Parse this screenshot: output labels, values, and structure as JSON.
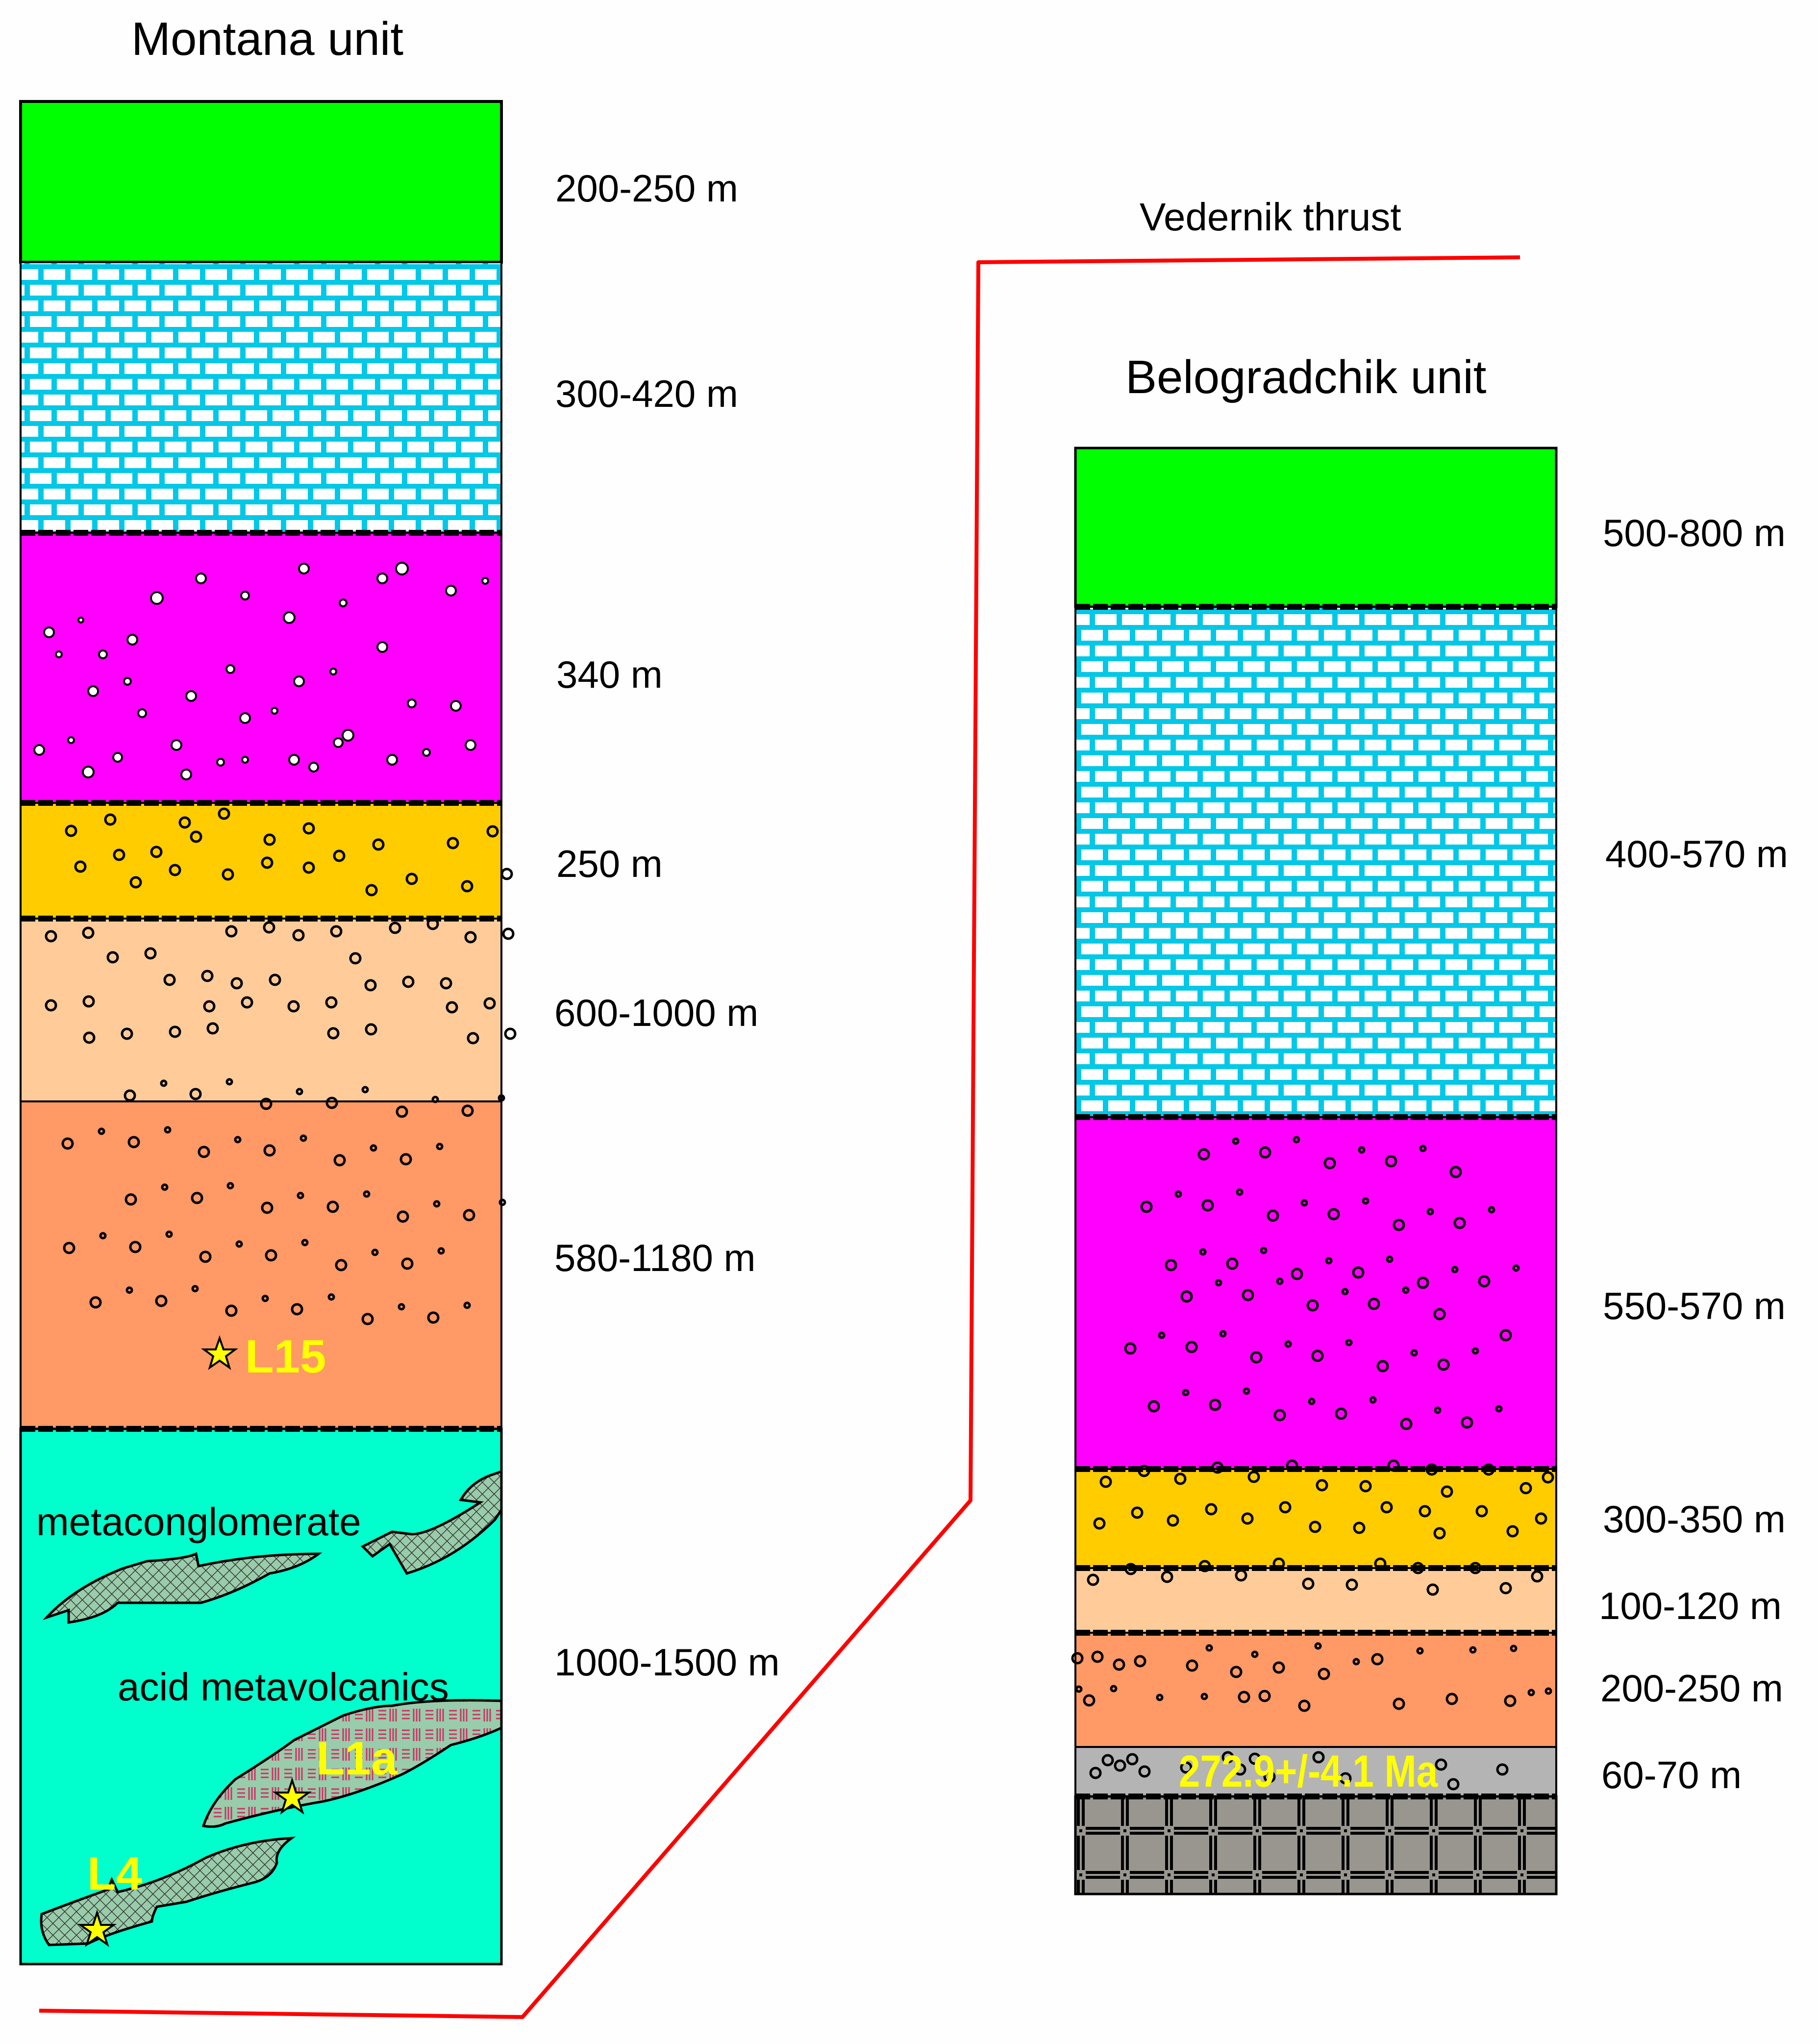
{
  "thrust": {
    "label": "Vedernik thrust",
    "color": "#ff0000"
  },
  "columns": [
    {
      "title": "Montana unit",
      "layers": [
        {
          "thickness": "200-250 m",
          "fill": "#00ff00",
          "pattern": "plain"
        },
        {
          "thickness": "300-420 m",
          "fill": "#00c8e6",
          "pattern": "limestone"
        },
        {
          "thickness": "340 m",
          "fill": "#ff00ff",
          "pattern": "white-pebbles"
        },
        {
          "thickness": "250 m",
          "fill": "#ffcc00",
          "pattern": "pebbles"
        },
        {
          "thickness": "600-1000 m",
          "fill": "#ffcc99",
          "pattern": "pebbles"
        },
        {
          "thickness": "580-1180 m",
          "fill": "#ff9966",
          "pattern": "pebbles",
          "sample": "L15"
        },
        {
          "thickness": "1000-1500 m",
          "fill": "#00ffcc",
          "pattern": "plain",
          "notes": [
            "metaconglomerate",
            "acid metavolcanics"
          ],
          "samples": [
            "L1a",
            "L4"
          ]
        }
      ]
    },
    {
      "title": "Belogradchik unit",
      "layers": [
        {
          "thickness": "500-800 m",
          "fill": "#00ff00",
          "pattern": "plain"
        },
        {
          "thickness": "400-570 m",
          "fill": "#00c8e6",
          "pattern": "limestone"
        },
        {
          "thickness": "550-570 m",
          "fill": "#ff00ff",
          "pattern": "pebbles"
        },
        {
          "thickness": "300-350 m",
          "fill": "#ffcc00",
          "pattern": "pebbles"
        },
        {
          "thickness": "100-120 m",
          "fill": "#ffcc99",
          "pattern": "pebbles"
        },
        {
          "thickness": "200-250 m",
          "fill": "#ff9966",
          "pattern": "pebbles"
        },
        {
          "thickness": "60-70 m",
          "fill": "#b4b4b4",
          "pattern": "pebbles",
          "age": "272.9+/-4.1 Ma"
        },
        {
          "thickness": "",
          "fill": "#999690",
          "pattern": "basement-grid"
        }
      ]
    }
  ],
  "labels": {
    "metaconglomerate": "metaconglomerate",
    "acid_metavolcanics": "acid metavolcanics",
    "sample_l15": "L15",
    "sample_l1a": "L1a",
    "sample_l4": "L4",
    "age": "272.9+/-4.1 Ma"
  }
}
